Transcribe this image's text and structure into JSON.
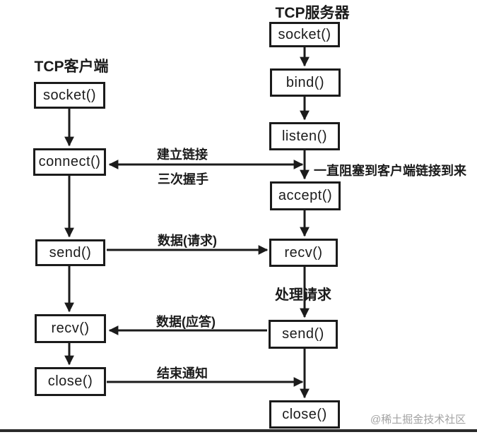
{
  "client": {
    "title": "TCP客户端",
    "boxes": [
      {
        "label": "socket()"
      },
      {
        "label": "connect()"
      },
      {
        "label": "send()"
      },
      {
        "label": "recv()"
      },
      {
        "label": "close()"
      }
    ]
  },
  "server": {
    "title": "TCP服务器",
    "boxes": [
      {
        "label": "socket()"
      },
      {
        "label": "bind()"
      },
      {
        "label": "listen()"
      },
      {
        "label": "accept()"
      },
      {
        "label": "recv()"
      },
      {
        "label": "send()"
      },
      {
        "label": "close()"
      }
    ]
  },
  "annotations": {
    "establish_connection": "建立链接",
    "three_way_handshake": "三次握手",
    "data_request": "数据(请求)",
    "blocking_note": "一直阻塞到客户端链接到来",
    "process_request": "处理请求",
    "data_reply": "数据(应答)",
    "end_notice": "结束通知"
  },
  "watermark": "@稀土掘金技术社区",
  "colors": {
    "line": "#1b1b1b",
    "watermark": "#a3a3a3",
    "background": "#ffffff"
  }
}
